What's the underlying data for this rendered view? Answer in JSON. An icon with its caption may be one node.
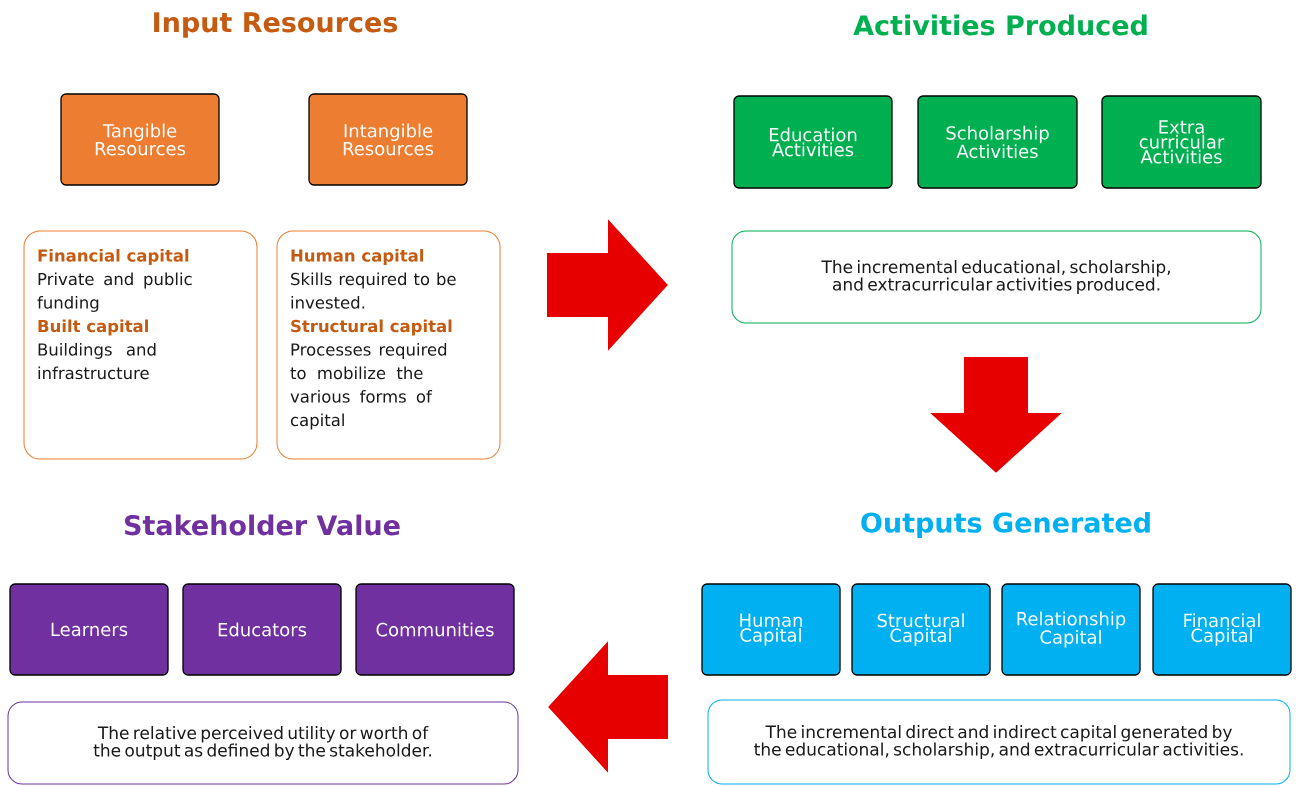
{
  "diagram": {
    "nodes": [
      {
        "text": [
          "Tangible Resources"
        ]
      },
      {
        "text": [
          "Intangible Resources"
        ]
      },
      {
        "text": [
          "Financial capital",
          "Private and public funding",
          "Built capital",
          "Buildings and infrastructure"
        ]
      },
      {
        "text": [
          "Human capital",
          "Skills required to be invested.",
          "Structural capital",
          "Processes required to mobilize the various forms of capital"
        ]
      },
      {
        "text": [
          "Education Activities"
        ]
      },
      {
        "text": [
          "Scholarship Activities"
        ]
      },
      {
        "text": [
          "Extra curricular Activities"
        ]
      },
      {
        "text": [
          "The incremental educational, scholarship, and extracurricular activities produced."
        ]
      },
      {
        "text": [
          "Learners"
        ]
      },
      {
        "text": [
          "Educators"
        ]
      },
      {
        "text": [
          "Communities"
        ]
      },
      {
        "text": [
          "The relative perceived utility or worth of the output as defined by the stakeholder."
        ]
      },
      {
        "text": [
          "Human Capital"
        ]
      },
      {
        "text": [
          "Structural Capital"
        ]
      },
      {
        "text": [
          "Relationship Capital"
        ]
      },
      {
        "text": [
          "Financial Capital"
        ]
      },
      {
        "text": [
          "The incremental direct and indirect capital generated by the educational, scholarship, and extracurricular activities."
        ]
      }
    ],
    "labels": [
      "Input Resources",
      "Activities Produced",
      "Stakeholder Value",
      "Outputs Generated"
    ]
  }
}
